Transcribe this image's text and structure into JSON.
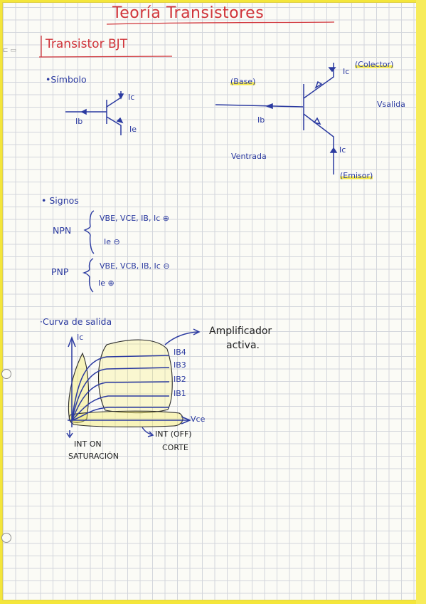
{
  "page": {
    "title": "Teoría Transistores",
    "section_title": "Transistor BJT"
  },
  "simbolo": {
    "heading": "•Símbolo",
    "small": {
      "ic": "Ic",
      "ib": "Ib",
      "ie": "Ie"
    },
    "large": {
      "base": "(Base)",
      "colector": "(Colector)",
      "emisor": "(Emisor)",
      "ic_top": "Ic",
      "ib": "Ib",
      "ic_bottom": "Ic",
      "vsalida": "Vsalida",
      "ventrada": "Ventrada"
    }
  },
  "signos": {
    "heading": "• Signos",
    "npn": {
      "label": "NPN",
      "line1": "VBE, VCE, IB, Ic ⊕",
      "line2": "Ie ⊖"
    },
    "pnp": {
      "label": "PNP",
      "line1": "VBE, VCB, IB, Ic ⊖",
      "line2": "Ie ⊕"
    }
  },
  "curva": {
    "heading": "·Curva de salida",
    "y_axis": "Ic",
    "x_axis": "Vce",
    "curves": [
      "IB4",
      "IB3",
      "IB2",
      "IB1"
    ],
    "region_activa": [
      "Amplificador",
      "activa."
    ],
    "region_corte": [
      "INT (OFF)",
      "CORTE"
    ],
    "region_saturacion": [
      "INT ON",
      "SATURACIÓN"
    ]
  },
  "colors": {
    "ink_red": "#d0343a",
    "ink_blue": "#2b3aa0",
    "highlight": "#f4e84a",
    "edge": "#f4e63a"
  }
}
